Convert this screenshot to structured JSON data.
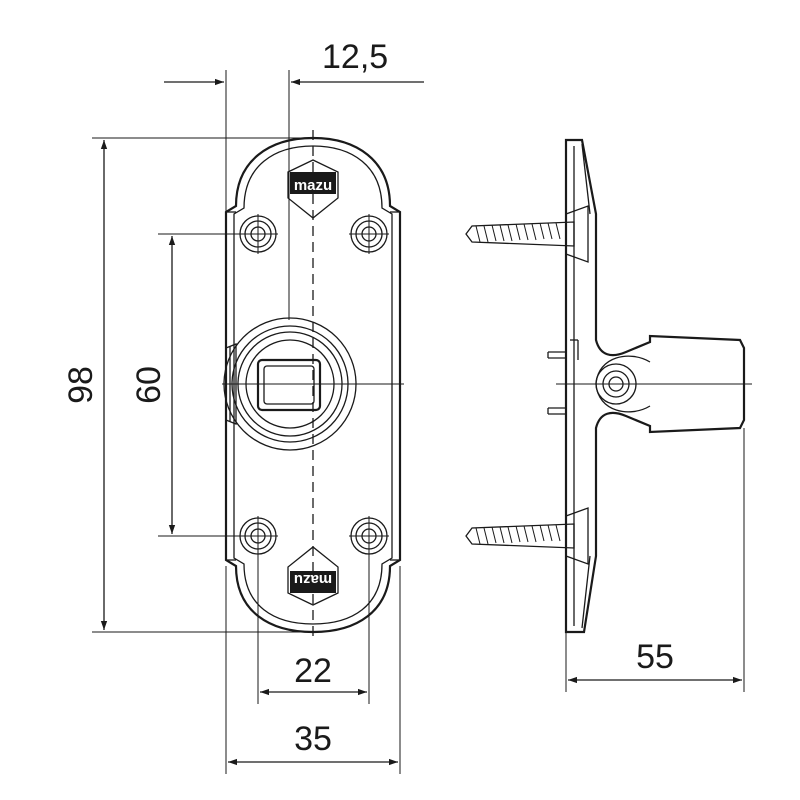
{
  "dimensions": {
    "offset_top": "12,5",
    "height_total": "98",
    "hole_spacing": "60",
    "hole_width": "22",
    "plate_width": "35",
    "depth": "55"
  },
  "logo": {
    "text_top": "mazu",
    "text_bottom": "mazu"
  },
  "colors": {
    "line": "#1a1a1a",
    "background": "#ffffff"
  }
}
